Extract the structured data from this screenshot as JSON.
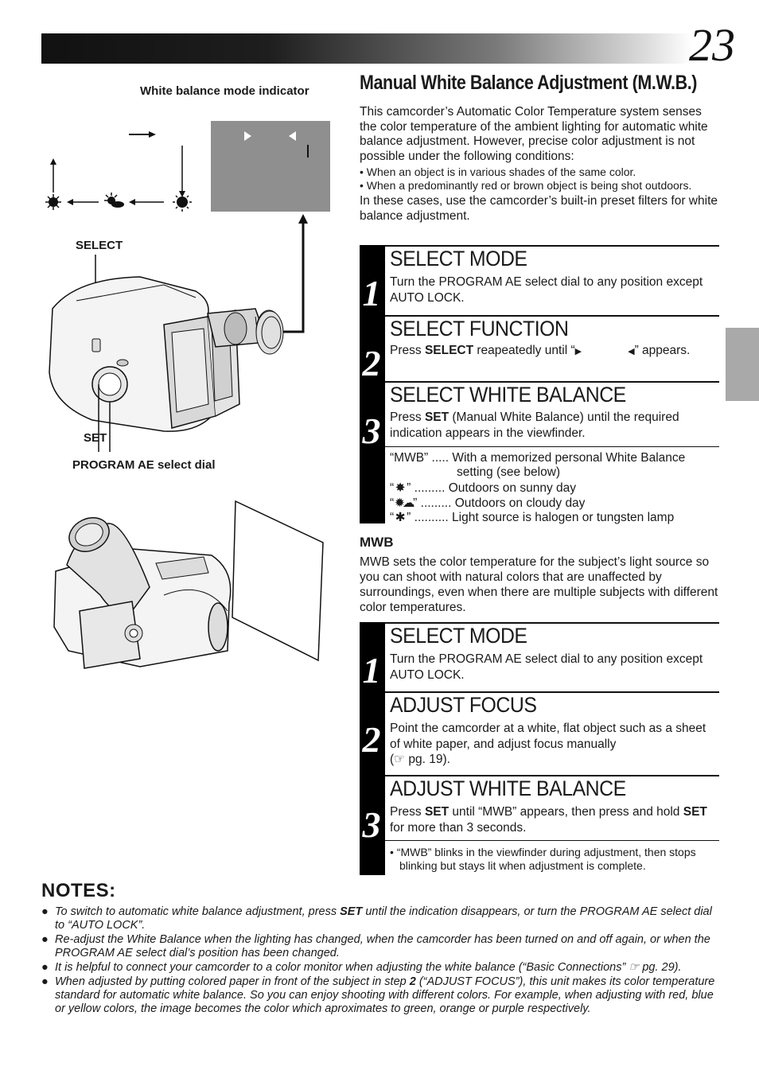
{
  "page_number": "23",
  "title": "Manual White Balance Adjustment (M.W.B.)",
  "intro": {
    "para1": "This camcorder’s Automatic Color Temperature system senses the color temperature of the ambient lighting for automatic white balance adjustment. However, precise color adjustment is not possible under the following conditions:",
    "bullet1": "When an object is in various shades of the same color.",
    "bullet2": "When a predominantly red or brown object is being shot outdoors.",
    "para2": "In these cases, use the camcorder’s built-in preset filters for white balance adjustment."
  },
  "labels": {
    "wb_indicator": "White balance mode indicator",
    "select": "SELECT",
    "set": "SET",
    "program_dial": "PROGRAM AE select dial"
  },
  "section1": {
    "step1": {
      "num": "1",
      "title": "SELECT MODE",
      "text": "Turn the PROGRAM AE select dial to any position except AUTO LOCK."
    },
    "step2": {
      "num": "2",
      "title": "SELECT FUNCTION",
      "text_pre": "Press ",
      "text_bold": "SELECT",
      "text_mid": " reapeatedly until “",
      "text_post": "” appears."
    },
    "step3": {
      "num": "3",
      "title": "SELECT WHITE BALANCE",
      "text_pre": "Press ",
      "text_bold": "SET",
      "text_post": " (Manual White Balance) until the required indication appears in the viewfinder."
    },
    "modes": {
      "mwb_key": "“MWB” .....",
      "mwb_desc": "With a memorized personal White Balance",
      "mwb_desc2": "setting (see below)",
      "sunny_dots": "” .........",
      "sunny_desc": "Outdoors on sunny day",
      "cloudy_dots": "” .........",
      "cloudy_desc": "Outdoors on cloudy day",
      "halogen_dots": "” ..........",
      "halogen_desc": "Light source is halogen or tungsten lamp",
      "open_quote": "“"
    }
  },
  "mwb": {
    "heading": "MWB",
    "text": "MWB sets the color temperature for the subject’s light source so you can shoot with natural colors that are unaffected by surroundings, even when there are multiple subjects with different color temperatures."
  },
  "section2": {
    "step1": {
      "num": "1",
      "title": "SELECT MODE",
      "text": "Turn the PROGRAM AE select dial to any position except AUTO LOCK."
    },
    "step2": {
      "num": "2",
      "title": "ADJUST FOCUS",
      "text": "Point the camcorder at a white, flat object such as a sheet of white paper, and adjust focus manually",
      "ref": "(☞ pg. 19)."
    },
    "step3": {
      "num": "3",
      "title": "ADJUST WHITE BALANCE",
      "t1": "Press ",
      "b1": "SET",
      "t2": " until “MWB” appears, then press and hold ",
      "b2": "SET",
      "t3": " for more than 3 seconds."
    },
    "note": "“MWB” blinks in the viewfinder during adjustment, then stops blinking but stays lit when adjustment is complete."
  },
  "notes": {
    "heading": "NOTES:",
    "n1_a": "To switch to automatic white balance adjustment, press ",
    "n1_b": "SET",
    "n1_c": " until the indication disappears, or turn the PROGRAM AE select dial to “AUTO LOCK”.",
    "n2": "Re-adjust the White Balance when the lighting has changed, when the camcorder has been turned on and off again, or when the PROGRAM AE select dial’s position has been changed.",
    "n3": "It is helpful to connect your camcorder to a color monitor when adjusting the white balance (“Basic Connections” ☞ pg. 29).",
    "n4_a": "When adjusted by putting colored paper in front of the subject in step ",
    "n4_b": "2",
    "n4_c": " (“ADJUST FOCUS”), this unit makes its color temperature standard for automatic white balance. So you can enjoy shooting with different colors. For example, when adjusting with red, blue or yellow colors, the image becomes the color which aproximates to green, orange or purple respectively."
  }
}
